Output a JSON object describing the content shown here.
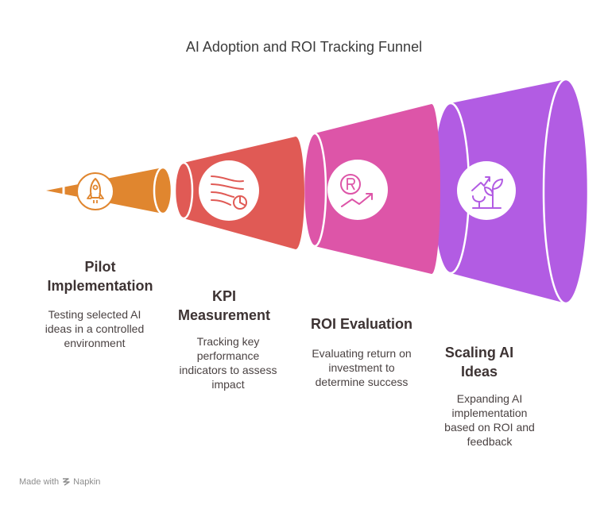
{
  "title": "AI Adoption and ROI Tracking Funnel",
  "colors": {
    "pilot": "#E0862F",
    "kpi": "#E05A55",
    "roi": "#DD55A8",
    "scaling": "#B25CE3"
  },
  "stages": [
    {
      "title": "Pilot Implementation",
      "title_line1": "Pilot",
      "title_line2": "Implementation",
      "desc_line1": "Testing selected AI",
      "desc_line2": "ideas in a controlled",
      "desc_line3": "environment",
      "icon": "rocket-icon"
    },
    {
      "title": "KPI Measurement",
      "title_line1": "KPI",
      "title_line2": "Measurement",
      "desc_line1": "Tracking key",
      "desc_line2": "performance",
      "desc_line3": "indicators to assess",
      "desc_line4": "impact",
      "icon": "analytics-chart-icon"
    },
    {
      "title": "ROI Evaluation",
      "title_line1": "ROI Evaluation",
      "desc_line1": "Evaluating return on",
      "desc_line2": "investment to",
      "desc_line3": "determine success",
      "icon": "return-growth-icon"
    },
    {
      "title": "Scaling AI Ideas",
      "title_line1": "Scaling AI",
      "title_line2": "Ideas",
      "desc_line1": "Expanding AI",
      "desc_line2": "implementation",
      "desc_line3": "based on ROI and",
      "desc_line4": "feedback",
      "icon": "growing-plants-icon"
    }
  ],
  "footer": {
    "made_with": "Made with",
    "brand": "Napkin"
  }
}
